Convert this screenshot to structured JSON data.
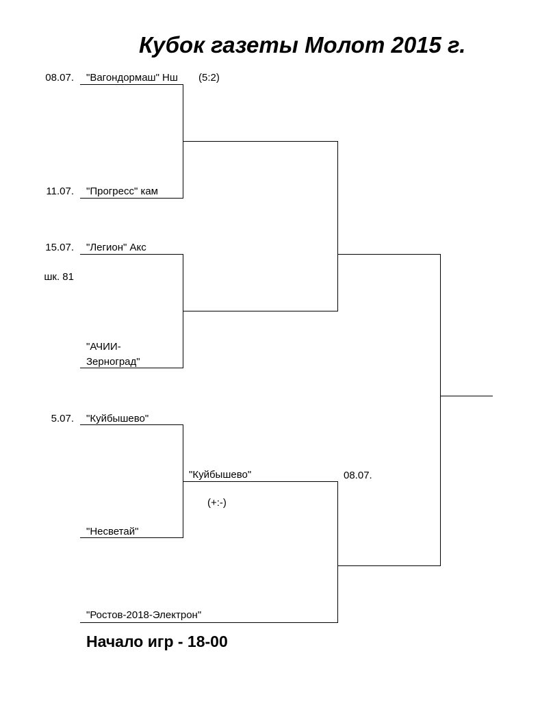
{
  "title": "Кубок газеты Молот 2015 г.",
  "footer": "Начало игр - 18-00",
  "matches": {
    "m1": {
      "date": "08.07.",
      "team1": "\"Вагондормаш\" Нш",
      "score": "(5:2)",
      "team2": "\"Прогресс\" кам",
      "team2_date": "11.07."
    },
    "m2": {
      "date": "15.07.",
      "venue": "шк. 81",
      "team1": "\"Легион\" Акс",
      "team2_line1": "\"АЧИИ-",
      "team2_line2": "Зерноград\""
    },
    "m3": {
      "date": "5.07.",
      "team1": "\"Куйбышево\"",
      "team2": "\"Несветай\"",
      "winner": "\"Куйбышево\"",
      "winner_score": "(+:-)"
    },
    "m4": {
      "date": "08.07.",
      "team2": "\"Ростов-2018-Электрон\""
    }
  }
}
